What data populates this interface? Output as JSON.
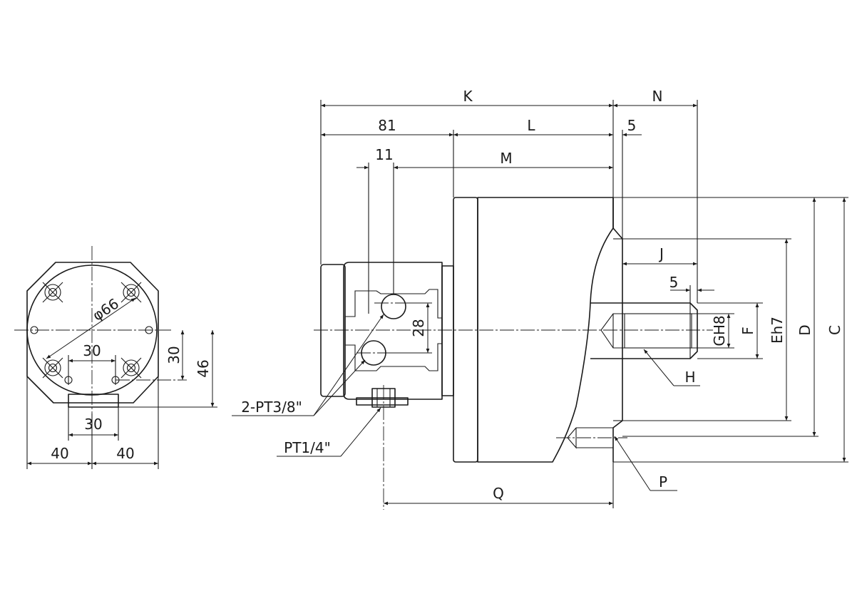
{
  "colors": {
    "line": "#1a1a1a",
    "background": "#ffffff"
  },
  "labels": {
    "K": "K",
    "N": "N",
    "d81": "81",
    "L": "L",
    "d5_top": "5",
    "d11": "11",
    "M": "M",
    "J": "J",
    "d5_shaft": "5",
    "d28": "28",
    "GH8": "GH8",
    "F": "F",
    "Eh7": "Eh7",
    "D": "D",
    "C": "C",
    "H": "H",
    "P": "P",
    "Q": "Q",
    "pt38": "2-PT3/8\"",
    "pt14": "PT1/4\"",
    "phi66": "φ66",
    "d30_h": "30",
    "d30_v": "30",
    "d46": "46",
    "d30_foot": "30",
    "d40_left": "40",
    "d40_right": "40"
  }
}
